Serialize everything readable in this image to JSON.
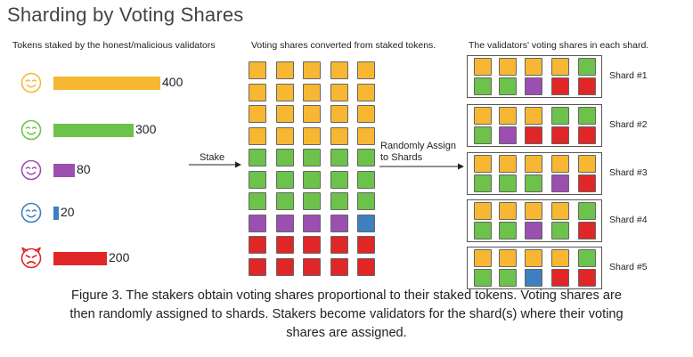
{
  "title": "Sharding by Voting Shares",
  "headings": {
    "tokens": "Tokens staked by the honest/malicious validators",
    "shares": "Voting shares converted from staked tokens.",
    "shards": "The validators' voting shares in each shard."
  },
  "colors": {
    "orange": "#f7b733",
    "green": "#6cc24a",
    "purple": "#9b4fb0",
    "blue": "#3d7fbf",
    "red": "#e02626",
    "border": "#666666"
  },
  "validators": [
    {
      "tokens": "400",
      "value": 400,
      "color": "orange",
      "face": "smiley-face-icon"
    },
    {
      "tokens": "300",
      "value": 300,
      "color": "green",
      "face": "smiley-face-icon"
    },
    {
      "tokens": "80",
      "value": 80,
      "color": "purple",
      "face": "smiley-face-icon"
    },
    {
      "tokens": "20",
      "value": 20,
      "color": "blue",
      "face": "smiley-face-icon"
    },
    {
      "tokens": "200",
      "value": 200,
      "color": "red",
      "face": "devil-face-icon"
    }
  ],
  "arrows": {
    "stake": "Stake",
    "assign_line1": "Randomly Assign",
    "assign_line2": "to Shards"
  },
  "share_grid": [
    [
      "orange",
      "orange",
      "orange",
      "orange",
      "orange"
    ],
    [
      "orange",
      "orange",
      "orange",
      "orange",
      "orange"
    ],
    [
      "orange",
      "orange",
      "orange",
      "orange",
      "orange"
    ],
    [
      "orange",
      "orange",
      "orange",
      "orange",
      "orange"
    ],
    [
      "green",
      "green",
      "green",
      "green",
      "green"
    ],
    [
      "green",
      "green",
      "green",
      "green",
      "green"
    ],
    [
      "green",
      "green",
      "green",
      "green",
      "green"
    ],
    [
      "purple",
      "purple",
      "purple",
      "purple",
      "blue"
    ],
    [
      "red",
      "red",
      "red",
      "red",
      "red"
    ],
    [
      "red",
      "red",
      "red",
      "red",
      "red"
    ]
  ],
  "shards": [
    {
      "label": "Shard #1",
      "rows": [
        [
          "orange",
          "orange",
          "orange",
          "orange",
          "green"
        ],
        [
          "green",
          "green",
          "purple",
          "red",
          "red"
        ]
      ]
    },
    {
      "label": "Shard #2",
      "rows": [
        [
          "orange",
          "orange",
          "orange",
          "green",
          "green"
        ],
        [
          "green",
          "purple",
          "red",
          "red",
          "red"
        ]
      ]
    },
    {
      "label": "Shard #3",
      "rows": [
        [
          "orange",
          "orange",
          "orange",
          "orange",
          "orange"
        ],
        [
          "green",
          "green",
          "green",
          "purple",
          "red"
        ]
      ]
    },
    {
      "label": "Shard #4",
      "rows": [
        [
          "orange",
          "orange",
          "orange",
          "orange",
          "green"
        ],
        [
          "green",
          "green",
          "purple",
          "green",
          "red"
        ]
      ]
    },
    {
      "label": "Shard #5",
      "rows": [
        [
          "orange",
          "orange",
          "orange",
          "orange",
          "green"
        ],
        [
          "green",
          "green",
          "blue",
          "red",
          "red"
        ]
      ]
    }
  ],
  "caption": {
    "line1": "Figure 3. The stakers obtain voting shares proportional to their staked tokens. Voting shares are",
    "line2": "then randomly assigned to shards. Stakers become validators for the shard(s) where their voting",
    "line3": "shares are assigned."
  }
}
